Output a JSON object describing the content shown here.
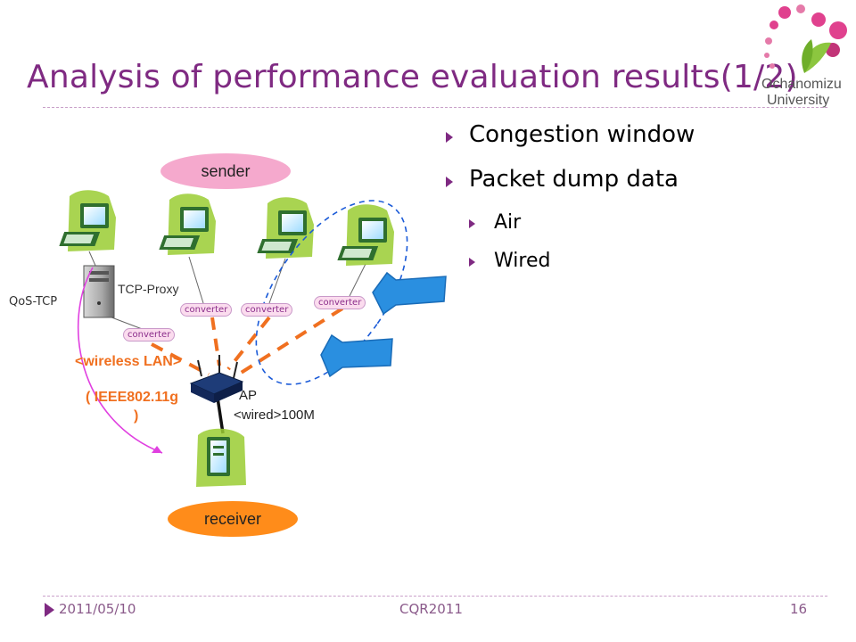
{
  "slide": {
    "title": "Analysis of performance evaluation results(1/2)",
    "logo": {
      "line1": "Ochanomizu",
      "line2": "University"
    },
    "bullets": [
      {
        "level": 1,
        "text": "Congestion window"
      },
      {
        "level": 1,
        "text": "Packet dump data"
      },
      {
        "level": 2,
        "text": "Air"
      },
      {
        "level": 2,
        "text": "Wired"
      }
    ],
    "footer": {
      "date": "2011/05/10",
      "conference": "CQR2011",
      "page": "16"
    }
  },
  "diagram": {
    "sender_label": "sender",
    "receiver_label": "receiver",
    "proxy_label": "TCP-Proxy",
    "qos_label": "QoS-TCP",
    "converter_label": "converter",
    "wireless_label": "<wireless LAN>",
    "ieee_line1": "(  IEEE802.11g",
    "ieee_line2": ")",
    "ap_label": "AP",
    "wired_label": "<wired>100M",
    "colors": {
      "title": "#7f2a82",
      "wireless_link": "#f07020",
      "ellipse": "#1a5ad8",
      "arrow": "#2a8fe0",
      "sender_oval": "#f5a9cd",
      "receiver_oval": "#ff8c1a",
      "qos_arrow": "#e040e0"
    }
  }
}
